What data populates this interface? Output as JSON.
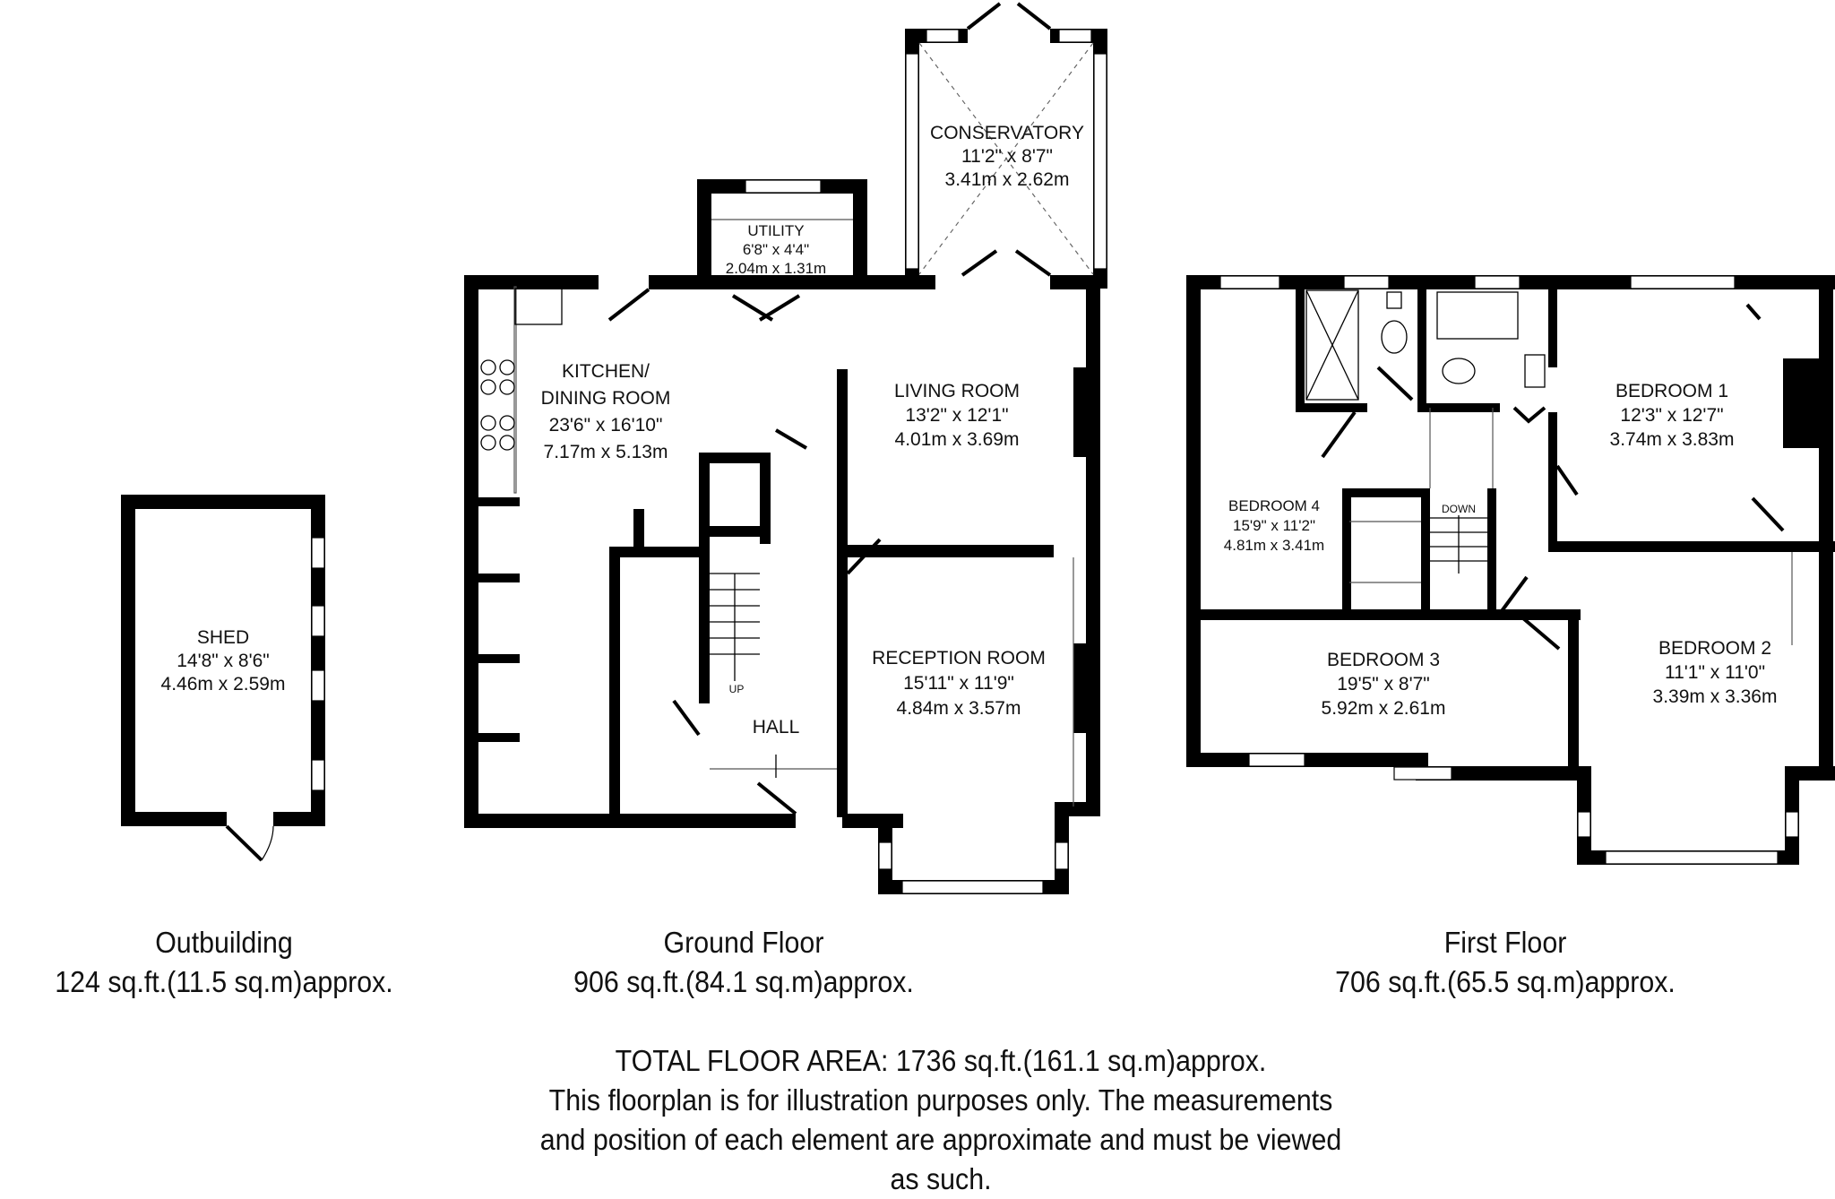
{
  "floors": {
    "outbuilding": {
      "name": "Outbuilding",
      "area": "124 sq.ft.(11.5 sq.m)approx.",
      "rooms": [
        {
          "name": "SHED",
          "imperial": "14'8\" x 8'6\"",
          "metric": "4.46m x 2.59m"
        }
      ]
    },
    "ground": {
      "name": "Ground Floor",
      "area": "906 sq.ft.(84.1 sq.m)approx.",
      "rooms": [
        {
          "name": "CONSERVATORY",
          "imperial": "11'2\" x 8'7\"",
          "metric": "3.41m x 2.62m"
        },
        {
          "name": "UTILITY",
          "imperial": "6'8\" x 4'4\"",
          "metric": "2.04m x 1.31m"
        },
        {
          "name_line1": "KITCHEN/",
          "name": "DINING ROOM",
          "imperial": "23'6\" x 16'10\"",
          "metric": "7.17m x 5.13m"
        },
        {
          "name": "LIVING ROOM",
          "imperial": "13'2\" x 12'1\"",
          "metric": "4.01m x 3.69m"
        },
        {
          "name": "RECEPTION ROOM",
          "imperial": "15'11\" x 11'9\"",
          "metric": "4.84m x 3.57m"
        },
        {
          "name": "HALL"
        }
      ],
      "stairs_label": "UP"
    },
    "first": {
      "name": "First Floor",
      "area": "706 sq.ft.(65.5 sq.m)approx.",
      "rooms": [
        {
          "name": "BEDROOM 1",
          "imperial": "12'3\" x 12'7\"",
          "metric": "3.74m x 3.83m"
        },
        {
          "name": "BEDROOM 2",
          "imperial": "11'1\" x 11'0\"",
          "metric": "3.39m x 3.36m"
        },
        {
          "name": "BEDROOM 3",
          "imperial": "19'5\" x 8'7\"",
          "metric": "5.92m x 2.61m"
        },
        {
          "name": "BEDROOM 4",
          "imperial": "15'9\" x 11'2\"",
          "metric": "4.81m x 3.41m"
        }
      ],
      "stairs_label": "DOWN"
    }
  },
  "footer": {
    "total": "TOTAL FLOOR AREA: 1736 sq.ft.(161.1 sq.m)approx.",
    "disclaimer_1": "This floorplan is for illustration purposes only. The measurements",
    "disclaimer_2": "and position of each element are approximate and must be viewed",
    "disclaimer_3": "as such."
  }
}
